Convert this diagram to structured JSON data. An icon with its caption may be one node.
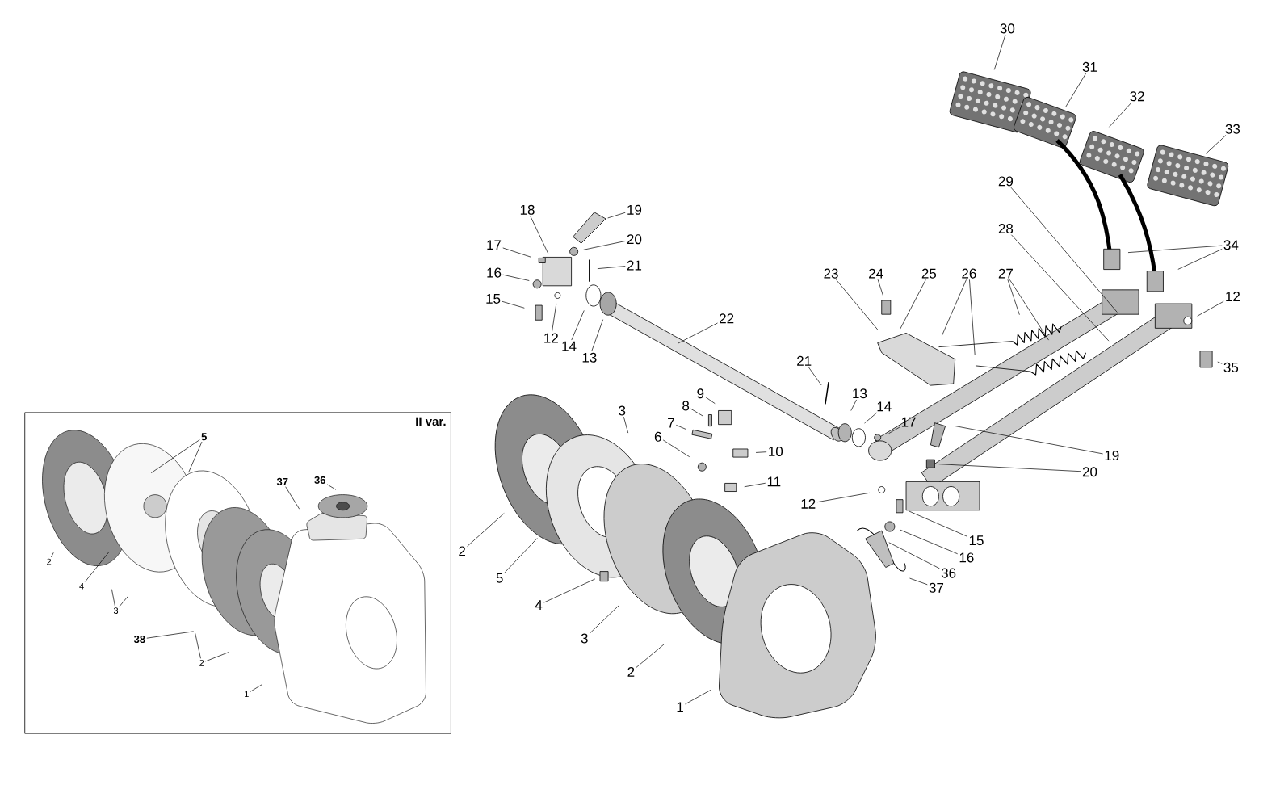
{
  "diagram": {
    "nodes": [
      {
        "text": [
          "II var."
        ]
      },
      {
        "text": [
          "5"
        ],
        "in": 0
      },
      {
        "text": [
          "37"
        ],
        "in": 0
      },
      {
        "text": [
          "36"
        ],
        "in": 0
      },
      {
        "text": [
          "2"
        ],
        "in": 0
      },
      {
        "text": [
          "4"
        ],
        "in": 0
      },
      {
        "text": [
          "3"
        ],
        "in": 0
      },
      {
        "text": [
          "38"
        ],
        "in": 0
      },
      {
        "text": [
          "2"
        ],
        "in": 0
      },
      {
        "text": [
          "1"
        ],
        "in": 0
      },
      {
        "text": [
          "30"
        ]
      },
      {
        "text": [
          "31"
        ]
      },
      {
        "text": [
          "32"
        ]
      },
      {
        "text": [
          "33"
        ]
      },
      {
        "text": [
          "19"
        ]
      },
      {
        "text": [
          "18"
        ]
      },
      {
        "text": [
          "20"
        ]
      },
      {
        "text": [
          "29"
        ]
      },
      {
        "text": [
          "28"
        ]
      },
      {
        "text": [
          "34"
        ]
      },
      {
        "text": [
          "17"
        ]
      },
      {
        "text": [
          "21"
        ]
      },
      {
        "text": [
          "16"
        ]
      },
      {
        "text": [
          "23"
        ]
      },
      {
        "text": [
          "24"
        ]
      },
      {
        "text": [
          "25"
        ]
      },
      {
        "text": [
          "26"
        ]
      },
      {
        "text": [
          "27"
        ]
      },
      {
        "text": [
          "12"
        ]
      },
      {
        "text": [
          "15"
        ]
      },
      {
        "text": [
          "22"
        ]
      },
      {
        "text": [
          "12"
        ]
      },
      {
        "text": [
          "14"
        ]
      },
      {
        "text": [
          "13"
        ]
      },
      {
        "text": [
          "35"
        ]
      },
      {
        "text": [
          "21"
        ]
      },
      {
        "text": [
          "9"
        ]
      },
      {
        "text": [
          "13"
        ]
      },
      {
        "text": [
          "8"
        ]
      },
      {
        "text": [
          "14"
        ]
      },
      {
        "text": [
          "3"
        ]
      },
      {
        "text": [
          "17"
        ]
      },
      {
        "text": [
          "7"
        ]
      },
      {
        "text": [
          "6"
        ]
      },
      {
        "text": [
          "10"
        ]
      },
      {
        "text": [
          "19"
        ]
      },
      {
        "text": [
          "20"
        ]
      },
      {
        "text": [
          "11"
        ]
      },
      {
        "text": [
          "12"
        ]
      },
      {
        "text": [
          "15"
        ]
      },
      {
        "text": [
          "16"
        ]
      },
      {
        "text": [
          "2"
        ]
      },
      {
        "text": [
          "36"
        ]
      },
      {
        "text": [
          "5"
        ]
      },
      {
        "text": [
          "37"
        ]
      },
      {
        "text": [
          "4"
        ]
      },
      {
        "text": [
          "3"
        ]
      },
      {
        "text": [
          "2"
        ]
      },
      {
        "text": [
          "1"
        ]
      }
    ],
    "edges": [
      {
        "from": 1,
        "to": null,
        "arrow": "none"
      },
      {
        "from": 1,
        "to": null,
        "arrow": "none"
      },
      {
        "from": 2,
        "to": null,
        "arrow": "none"
      },
      {
        "from": 3,
        "to": null,
        "arrow": "none"
      },
      {
        "from": 4,
        "to": null,
        "arrow": "none"
      },
      {
        "from": 5,
        "to": null,
        "arrow": "none"
      },
      {
        "from": 6,
        "to": null,
        "arrow": "none"
      },
      {
        "from": 6,
        "to": null,
        "arrow": "none"
      },
      {
        "from": 7,
        "to": null,
        "arrow": "none"
      },
      {
        "from": 8,
        "to": null,
        "arrow": "none"
      },
      {
        "from": 8,
        "to": null,
        "arrow": "none"
      },
      {
        "from": 9,
        "to": null,
        "arrow": "none"
      },
      {
        "from": 10,
        "to": null,
        "arrow": "none"
      },
      {
        "from": 11,
        "to": null,
        "arrow": "none"
      },
      {
        "from": 12,
        "to": null,
        "arrow": "none"
      },
      {
        "from": 13,
        "to": null,
        "arrow": "none"
      },
      {
        "from": 14,
        "to": null,
        "arrow": "none"
      },
      {
        "from": 15,
        "to": null,
        "arrow": "none"
      },
      {
        "from": 16,
        "to": null,
        "arrow": "none"
      },
      {
        "from": 17,
        "to": null,
        "arrow": "none"
      },
      {
        "from": 18,
        "to": null,
        "arrow": "none"
      },
      {
        "from": 19,
        "to": null,
        "arrow": "none"
      },
      {
        "from": 19,
        "to": null,
        "arrow": "none"
      },
      {
        "from": 20,
        "to": null,
        "arrow": "none"
      },
      {
        "from": 21,
        "to": null,
        "arrow": "none"
      },
      {
        "from": 22,
        "to": null,
        "arrow": "none"
      },
      {
        "from": 23,
        "to": null,
        "arrow": "none"
      },
      {
        "from": 24,
        "to": null,
        "arrow": "none"
      },
      {
        "from": 25,
        "to": null,
        "arrow": "none"
      },
      {
        "from": 26,
        "to": null,
        "arrow": "none"
      },
      {
        "from": 26,
        "to": null,
        "arrow": "none"
      },
      {
        "from": 27,
        "to": null,
        "arrow": "none"
      },
      {
        "from": 27,
        "to": null,
        "arrow": "none"
      },
      {
        "from": 28,
        "to": null,
        "arrow": "none"
      },
      {
        "from": 29,
        "to": null,
        "arrow": "none"
      },
      {
        "from": 30,
        "to": null,
        "arrow": "none"
      },
      {
        "from": 31,
        "to": null,
        "arrow": "none"
      },
      {
        "from": 32,
        "to": null,
        "arrow": "none"
      },
      {
        "from": 33,
        "to": null,
        "arrow": "none"
      },
      {
        "from": 34,
        "to": null,
        "arrow": "none"
      },
      {
        "from": 35,
        "to": null,
        "arrow": "none"
      },
      {
        "from": 36,
        "to": null,
        "arrow": "none"
      },
      {
        "from": 37,
        "to": null,
        "arrow": "none"
      },
      {
        "from": 38,
        "to": null,
        "arrow": "none"
      },
      {
        "from": 39,
        "to": null,
        "arrow": "none"
      },
      {
        "from": 40,
        "to": null,
        "arrow": "none"
      },
      {
        "from": 41,
        "to": null,
        "arrow": "none"
      },
      {
        "from": 42,
        "to": null,
        "arrow": "none"
      },
      {
        "from": 43,
        "to": null,
        "arrow": "none"
      },
      {
        "from": 44,
        "to": null,
        "arrow": "none"
      },
      {
        "from": 45,
        "to": null,
        "arrow": "none"
      },
      {
        "from": 46,
        "to": null,
        "arrow": "none"
      },
      {
        "from": 47,
        "to": null,
        "arrow": "none"
      },
      {
        "from": 48,
        "to": null,
        "arrow": "none"
      },
      {
        "from": 49,
        "to": null,
        "arrow": "none"
      },
      {
        "from": 50,
        "to": null,
        "arrow": "none"
      },
      {
        "from": 51,
        "to": null,
        "arrow": "none"
      },
      {
        "from": 52,
        "to": null,
        "arrow": "none"
      },
      {
        "from": 53,
        "to": null,
        "arrow": "none"
      },
      {
        "from": 54,
        "to": null,
        "arrow": "none"
      },
      {
        "from": 55,
        "to": null,
        "arrow": "none"
      },
      {
        "from": 56,
        "to": null,
        "arrow": "none"
      },
      {
        "from": 57,
        "to": null,
        "arrow": "none"
      },
      {
        "from": 58,
        "to": null,
        "arrow": "none"
      }
    ]
  }
}
